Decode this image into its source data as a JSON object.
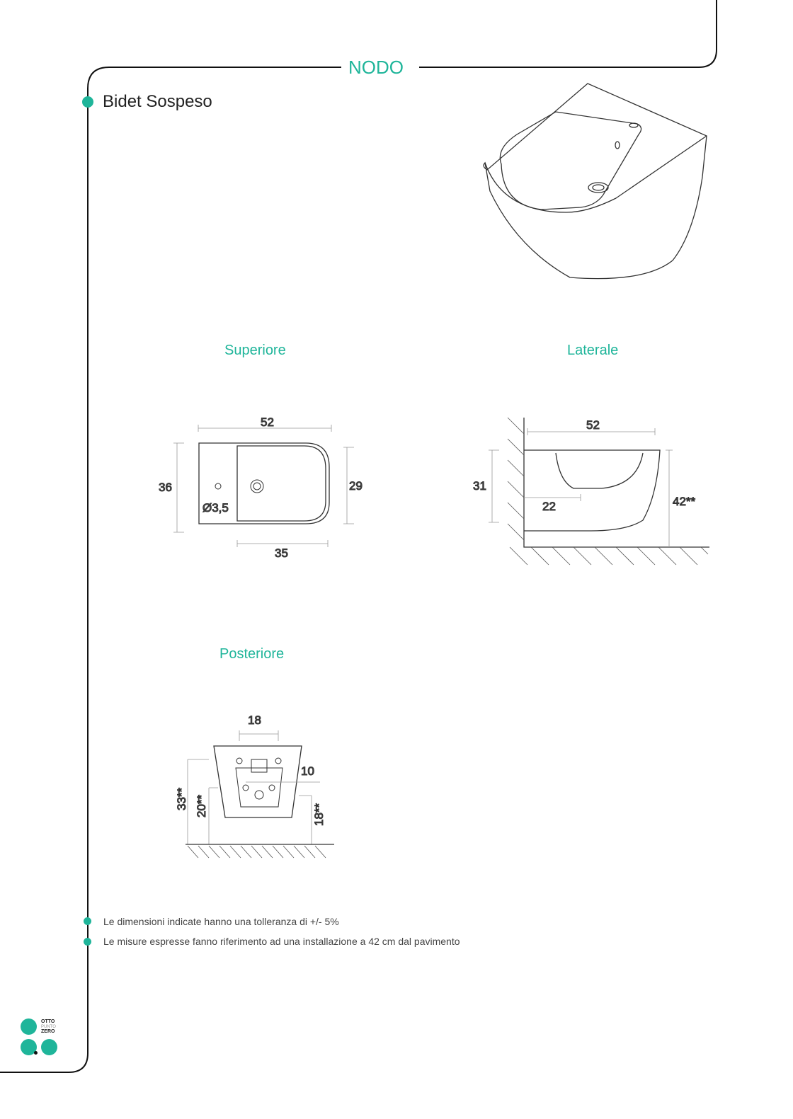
{
  "header": {
    "brand_series": "NODO"
  },
  "product": {
    "title": "Bidet Sospeso"
  },
  "views": {
    "top": {
      "label": "Superiore",
      "dims": {
        "width": "52",
        "depth": "36",
        "bowl_depth": "29",
        "bowl_width": "35",
        "hole": "Ø3,5"
      }
    },
    "side": {
      "label": "Laterale",
      "dims": {
        "length": "52",
        "height": "31",
        "drain": "22",
        "floor_height": "42**"
      }
    },
    "rear": {
      "label": "Posteriore",
      "dims": {
        "fixing": "18",
        "inlet": "10",
        "total": "33**",
        "waste": "20**",
        "supply": "18**"
      }
    }
  },
  "notes": [
    "Le dimensioni indicate hanno una tolleranza di +/- 5%",
    "Le misure espresse fanno riferimento ad una installazione a 42 cm dal pavimento"
  ],
  "logo": {
    "line1": "OTTO",
    "line2": "PUNTO",
    "line3": "ZERO"
  },
  "colors": {
    "accent": "#1fb59a"
  }
}
